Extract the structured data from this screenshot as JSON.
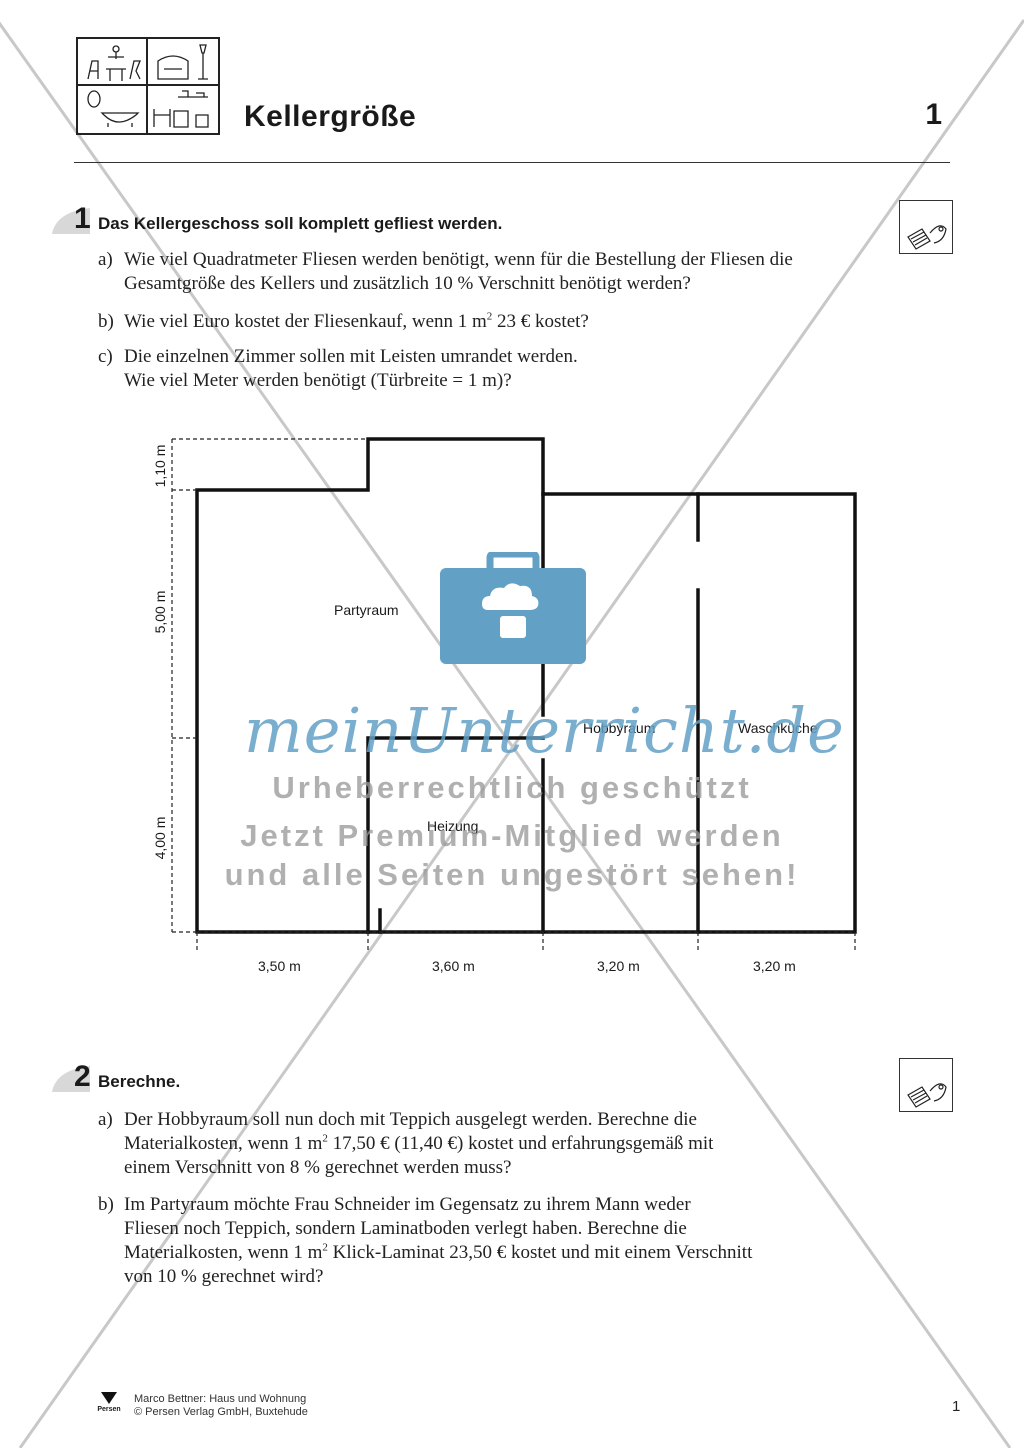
{
  "header": {
    "title": "Kellergröße",
    "page_number": "1"
  },
  "task1": {
    "number": "1",
    "title": "Das Kellergeschoss soll komplett gefliest werden.",
    "items": [
      {
        "label": "a)",
        "lines": [
          "Wie viel Quadratmeter Fliesen werden benötigt, wenn für die Bestellung der Fliesen die",
          "Gesamtgröße des Kellers und zusätzlich 10 % Verschnitt benötigt werden?"
        ]
      },
      {
        "label": "b)",
        "pre": "Wie viel Euro kostet der Fliesenkauf, wenn 1 m",
        "sup": "2",
        "post": " 23 € kostet?"
      },
      {
        "label": "c)",
        "lines": [
          "Die einzelnen Zimmer sollen mit Leisten umrandet werden.",
          "Wie viel Meter werden benötigt (Türbreite = 1 m)?"
        ]
      }
    ]
  },
  "floorplan": {
    "rooms": [
      "Partyraum",
      "Hobbyraum",
      "Waschküche",
      "Heizung"
    ],
    "dim_bottom": [
      "3,50 m",
      "3,60 m",
      "3,20 m",
      "3,20 m"
    ],
    "dim_left": [
      "1,10 m",
      "5,00 m",
      "4,00 m"
    ]
  },
  "task2": {
    "number": "2",
    "title": "Berechne.",
    "a": {
      "label": "a)",
      "line1": "Der Hobbyraum soll nun doch mit Teppich ausgelegt werden. Berechne die",
      "line2_pre": "Materialkosten, wenn 1 m",
      "line2_sup": "2",
      "line2_post": " 17,50 € (11,40 €) kostet und erfahrungsgemäß mit",
      "line3": "einem Verschnitt von 8 % gerechnet werden muss?"
    },
    "b": {
      "label": "b)",
      "line1": "Im Partyraum möchte Frau Schneider im Gegensatz zu ihrem Mann weder",
      "line2": "Fliesen noch Teppich, sondern Laminatboden verlegt haben. Berechne die",
      "line3_pre": "Materialkosten, wenn 1 m",
      "line3_sup": "2",
      "line3_post": " Klick-Laminat 23,50 € kostet und mit einem Verschnitt",
      "line4": "von 10 % gerechnet wird?"
    }
  },
  "footer": {
    "publisher_logo": "Persen",
    "line1": "Marco Bettner: Haus und Wohnung",
    "line2": "© Persen Verlag GmbH, Buxtehude",
    "page": "1"
  },
  "watermark": {
    "brand": "meinUnterricht.de",
    "line1": "Urheberrechtlich geschützt",
    "line2": "Jetzt Premium-Mitglied werden",
    "line3": "und alle Seiten ungestört sehen!",
    "color": "#62a0c6"
  }
}
